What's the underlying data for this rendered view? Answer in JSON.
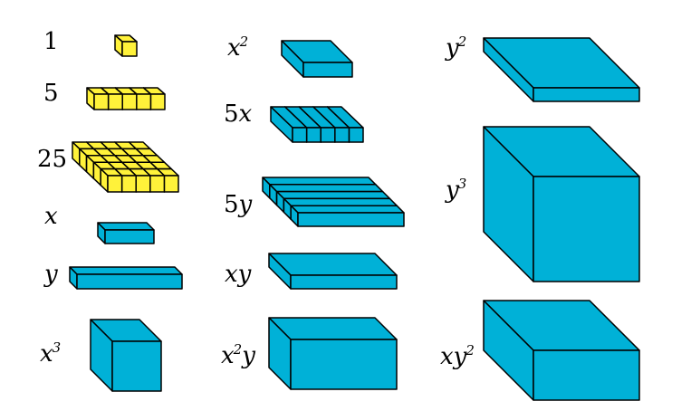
{
  "colors": {
    "unit": "#fff23a",
    "variable": "#00b1d7",
    "stroke": "#000000"
  },
  "tiles": [
    {
      "id": "1",
      "num": "1",
      "var": "",
      "sup": "",
      "tail": "",
      "color": "unit"
    },
    {
      "id": "5",
      "num": "5",
      "var": "",
      "sup": "",
      "tail": "",
      "color": "unit"
    },
    {
      "id": "25",
      "num": "25",
      "var": "",
      "sup": "",
      "tail": "",
      "color": "unit"
    },
    {
      "id": "x",
      "num": "",
      "var": "x",
      "sup": "",
      "tail": "",
      "color": "variable"
    },
    {
      "id": "y",
      "num": "",
      "var": "y",
      "sup": "",
      "tail": "",
      "color": "variable"
    },
    {
      "id": "x3",
      "num": "",
      "var": "x",
      "sup": "3",
      "tail": "",
      "color": "variable"
    },
    {
      "id": "x2",
      "num": "",
      "var": "x",
      "sup": "2",
      "tail": "",
      "color": "variable"
    },
    {
      "id": "5x",
      "num": "5",
      "var": "x",
      "sup": "",
      "tail": "",
      "color": "variable"
    },
    {
      "id": "5y",
      "num": "5",
      "var": "y",
      "sup": "",
      "tail": "",
      "color": "variable"
    },
    {
      "id": "xy",
      "num": "",
      "var": "xy",
      "sup": "",
      "tail": "",
      "color": "variable"
    },
    {
      "id": "x2y",
      "num": "",
      "var": "x",
      "sup": "2",
      "tail": "y",
      "color": "variable"
    },
    {
      "id": "y2",
      "num": "",
      "var": "y",
      "sup": "2",
      "tail": "",
      "color": "variable"
    },
    {
      "id": "y3",
      "num": "",
      "var": "y",
      "sup": "3",
      "tail": "",
      "color": "variable"
    },
    {
      "id": "xy2",
      "num": "",
      "var": "xy",
      "sup": "2",
      "tail": "",
      "color": "variable"
    }
  ]
}
